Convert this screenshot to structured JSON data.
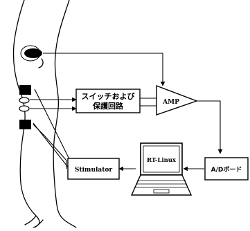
{
  "blocks": {
    "switch": {
      "line1": "スイッチおよび",
      "line2": "保護回路"
    },
    "amp": "AMP",
    "stimulator": "Stimulator",
    "rtlinux": "RT-Linux",
    "adboard": "A/Dボード"
  }
}
